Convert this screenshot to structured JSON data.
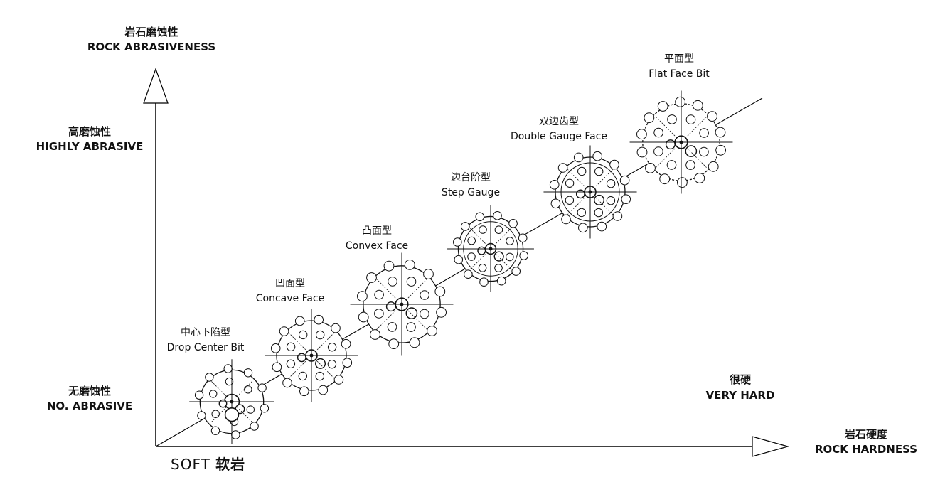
{
  "y_axis": {
    "title_cn": "岩石磨蚀性",
    "title_en": "ROCK ABRASIVENESS"
  },
  "x_axis": {
    "title_cn": "岩石硬度",
    "title_en": "ROCK HARDNESS"
  },
  "levels": {
    "high_cn": "高磨蚀性",
    "high_en": "HIGHLY ABRASIVE",
    "none_cn": "无磨蚀性",
    "none_en": "NO. ABRASIVE",
    "hard_cn": "很硬",
    "hard_en": "VERY HARD",
    "soft_en": "SOFT",
    "soft_cn": "软岩"
  },
  "bits": [
    {
      "cn": "中心下陷型",
      "en": "Drop Center Bit",
      "icon": "drop-center-bit-icon"
    },
    {
      "cn": "凹面型",
      "en": "Concave Face",
      "icon": "concave-face-bit-icon"
    },
    {
      "cn": "凸面型",
      "en": "Convex Face",
      "icon": "convex-face-bit-icon"
    },
    {
      "cn": "边台阶型",
      "en": "Step Gauge",
      "icon": "step-gauge-bit-icon"
    },
    {
      "cn": "双边齿型",
      "en": "Double Gauge Face",
      "icon": "double-gauge-face-bit-icon"
    },
    {
      "cn": "平面型",
      "en": "Flat Face Bit",
      "icon": "flat-face-bit-icon"
    }
  ]
}
